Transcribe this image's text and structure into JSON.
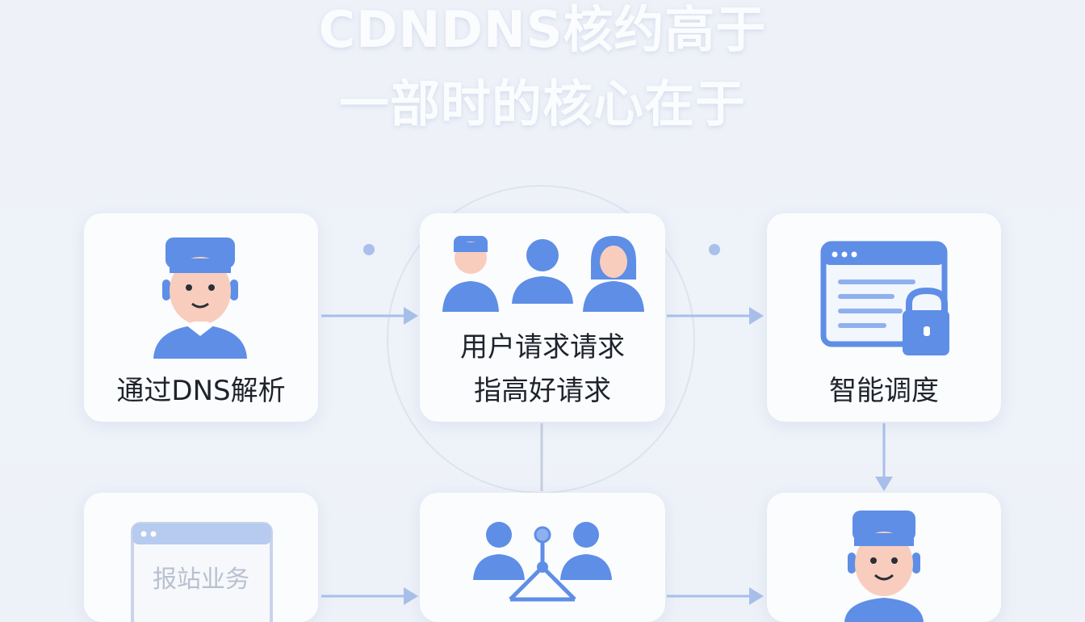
{
  "title": {
    "line1": "CDNDNS核约高于",
    "line2": "一部时的核心在于"
  },
  "cards": {
    "dns_parse": {
      "label": "通过DNS解析",
      "icon": "support-agent-icon"
    },
    "user_request": {
      "label_line1": "用户请求请求",
      "label_line2": "指高好请求",
      "icon": "users-group-icon"
    },
    "smart_schedule": {
      "label": "智能调度",
      "icon": "secure-browser-icon"
    },
    "site_business": {
      "label": "报站业务",
      "icon": "browser-window-icon"
    },
    "network_node": {
      "icon": "network-users-icon"
    },
    "agent_bottom": {
      "icon": "support-agent-icon"
    }
  },
  "colors": {
    "accent": "#5e8ee6",
    "skin": "#f8cdbd",
    "arrow": "#a8bfea",
    "card": "#fbfcfe"
  }
}
